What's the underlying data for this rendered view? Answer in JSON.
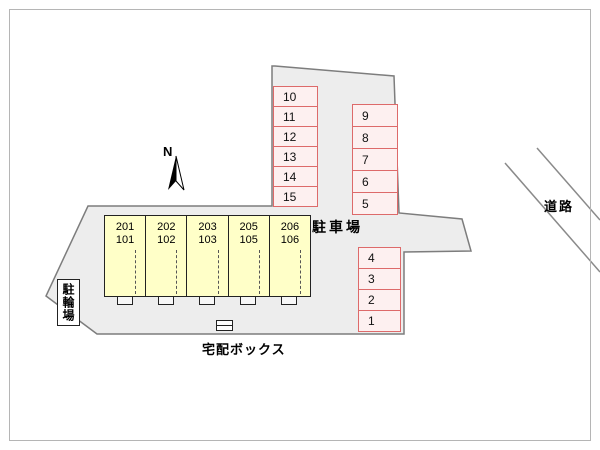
{
  "plan": {
    "parking_area_label": "駐車場",
    "bicycle_parking_label": "駐輪場",
    "delivery_box_label": "宅配ボックス",
    "road_label": "道路"
  },
  "compass": {
    "label": "N"
  },
  "parking": {
    "left_column": [
      "10",
      "11",
      "12",
      "13",
      "14",
      "15"
    ],
    "right_upper_column": [
      "9",
      "8",
      "7",
      "6",
      "5"
    ],
    "right_lower_column": [
      "4",
      "3",
      "2",
      "1"
    ]
  },
  "building": {
    "units": [
      {
        "upper": "201",
        "lower": "101"
      },
      {
        "upper": "202",
        "lower": "102"
      },
      {
        "upper": "203",
        "lower": "103"
      },
      {
        "upper": "205",
        "lower": "105"
      },
      {
        "upper": "206",
        "lower": "106"
      }
    ]
  },
  "colors": {
    "parking_cell_border": "#dd6a6a",
    "parking_cell_fill": "#fdf0f0",
    "building_fill": "#ffffc8",
    "site_fill": "#ededed",
    "site_outline": "#7d7d7d"
  }
}
